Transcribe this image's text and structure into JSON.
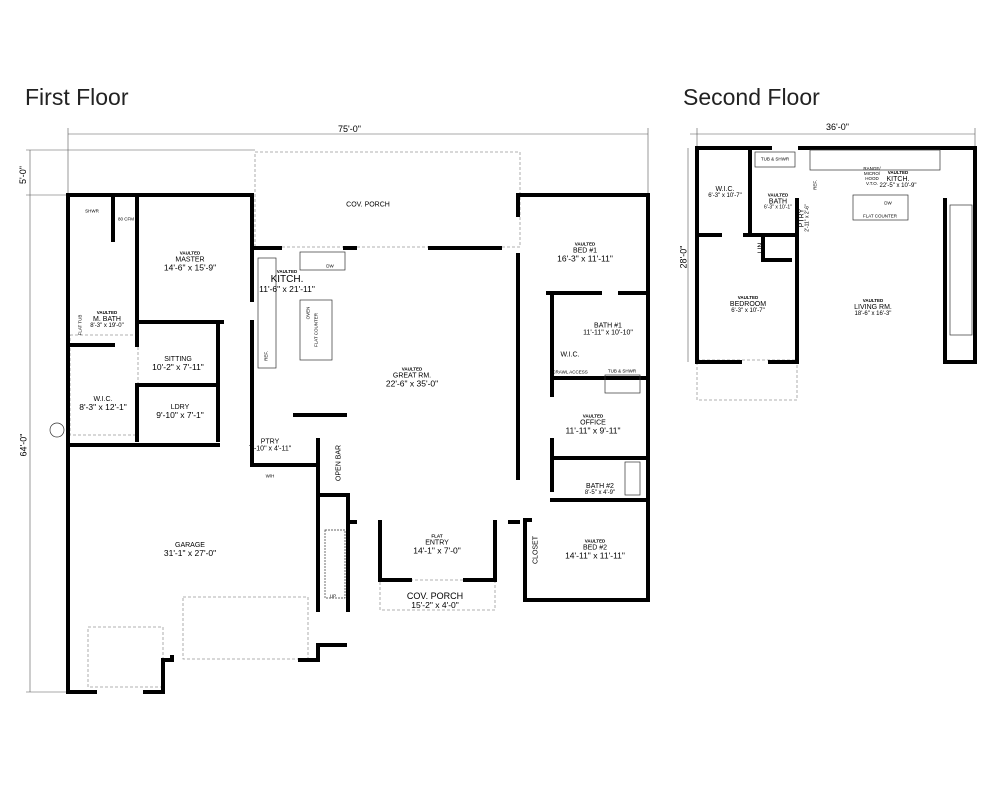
{
  "titles": {
    "first_floor": "First Floor",
    "second_floor": "Second Floor"
  },
  "dimensions": {
    "first_width": "75'-0\"",
    "first_depth": "64'-0\"",
    "first_porch_depth": "5'-0\"",
    "second_width": "36'-0\"",
    "second_depth": "28'-0\""
  },
  "first_floor": {
    "rooms": [
      {
        "name": "COV. PORCH",
        "dims": ""
      },
      {
        "vaulted": "VAULTED",
        "name": "MASTER",
        "dims": "14'-6\" x 15'-9\""
      },
      {
        "vaulted": "VAULTED",
        "name": "M. BATH",
        "dims": "8'-3\" x 19'-0\""
      },
      {
        "name": "SITTING",
        "dims": "10'-2\" x 7'-11\""
      },
      {
        "name": "W.I.C.",
        "dims": "8'-3\" x 12'-1\""
      },
      {
        "name": "LDRY",
        "dims": "9'-10\" x 7'-1\""
      },
      {
        "vaulted": "VAULTED",
        "name": "KITCH.",
        "dims": "11'-6\" x 21'-11\""
      },
      {
        "vaulted": "VAULTED",
        "name": "GREAT RM.",
        "dims": "22'-6\" x 35'-0\""
      },
      {
        "name": "PTRY",
        "dims": "7'-10\" x 4'-11\""
      },
      {
        "vaulted": "VAULTED",
        "name": "BED #1",
        "dims": "16'-3\" x 11'-11\""
      },
      {
        "name": "BATH #1",
        "dims": "11'-11\" x 10'-10\""
      },
      {
        "name": "W.I.C.",
        "dims": ""
      },
      {
        "vaulted": "VAULTED",
        "name": "OFFICE",
        "dims": "11'-11\" x 9'-11\""
      },
      {
        "name": "BATH #2",
        "dims": "8'-5\" x 4'-9\""
      },
      {
        "vaulted": "VAULTED",
        "name": "BED #2",
        "dims": "14'-11\" x 11'-11\""
      },
      {
        "name": "GARAGE",
        "dims": "31'-1\" x 27'-0\""
      },
      {
        "vaulted": "FLAT",
        "name": "ENTRY",
        "dims": "14'-1\" x 7'-0\""
      },
      {
        "name": "COV. PORCH",
        "dims": "15'-2\" x 4'-0\""
      },
      {
        "name": "CLOSET"
      },
      {
        "name": "OPEN BAR"
      }
    ],
    "fixtures": {
      "flat_counter": "FLAT COUNTER",
      "oven": "OVEN",
      "dw": "DW",
      "ref": "REF.",
      "tub_shower": "TUB & SHWR",
      "fan": "80 CFM",
      "wh": "W/H",
      "up": "UP",
      "crawl": "CRAWL ACCESS",
      "shower": "SHWR",
      "bath_tub": "FLAT TUB"
    }
  },
  "second_floor": {
    "rooms": [
      {
        "name": "W.I.C.",
        "dims": "6'-3\" x 10'-7\""
      },
      {
        "vaulted": "VAULTED",
        "name": "BATH",
        "dims": "6'-3\" x 10'-1\""
      },
      {
        "vaulted": "VAULTED",
        "name": "KITCH.",
        "dims": "22'-5\" x 10'-9\""
      },
      {
        "name": "PTRY",
        "dims": "2'-11\" x 2'-6\""
      },
      {
        "name": "LIN."
      },
      {
        "vaulted": "VAULTED",
        "name": "BEDROOM",
        "dims": "6'-3\" x 10'-7\""
      },
      {
        "vaulted": "VAULTED",
        "name": "LIVING RM.",
        "dims": "18'-6\" x 16'-3\""
      }
    ],
    "fixtures": {
      "tub_shower": "TUB & SHWR",
      "flat_counter": "FLAT COUNTER",
      "dw": "DW",
      "ref": "REF.",
      "range": "RANGE/ MICRO/ HOOD V.T.O."
    }
  }
}
